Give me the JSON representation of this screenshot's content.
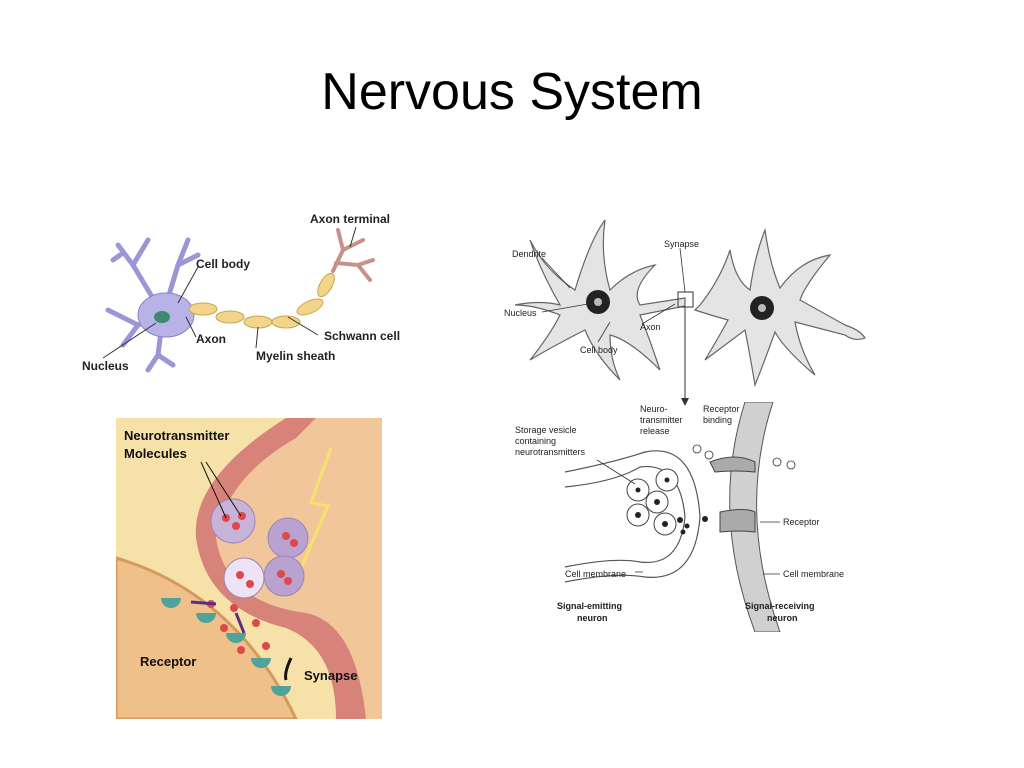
{
  "slide": {
    "title": "Nervous System"
  },
  "neuron_diagram": {
    "labels": {
      "axon_terminal": "Axon terminal",
      "cell_body": "Cell body",
      "axon": "Axon",
      "schwann_cell": "Schwann cell",
      "nucleus": "Nucleus",
      "myelin_sheath": "Myelin sheath"
    }
  },
  "synapse_illustration": {
    "labels": {
      "neurotransmitter_line1": "Neurotransmitter",
      "neurotransmitter_line2": "Molecules",
      "receptor": "Receptor",
      "synapse": "Synapse"
    }
  },
  "two_neurons_diagram": {
    "labels": {
      "dendrite": "Dendrite",
      "synapse": "Synapse",
      "nucleus": "Nucleus",
      "axon": "Axon",
      "cell_body": "Cell body"
    }
  },
  "synapse_detail": {
    "labels": {
      "nt_release_1": "Neuro-",
      "nt_release_2": "transmitter",
      "nt_release_3": "release",
      "receptor_binding_1": "Receptor",
      "receptor_binding_2": "binding",
      "storage_1": "Storage vesicle",
      "storage_2": "containing",
      "storage_3": "neurotransmitters",
      "receptor": "Receptor",
      "cell_membrane_left": "Cell membrane",
      "cell_membrane_right": "Cell membrane",
      "emitting_1": "Signal-emitting",
      "emitting_2": "neuron",
      "receiving_1": "Signal-receiving",
      "receiving_2": "neuron"
    }
  }
}
